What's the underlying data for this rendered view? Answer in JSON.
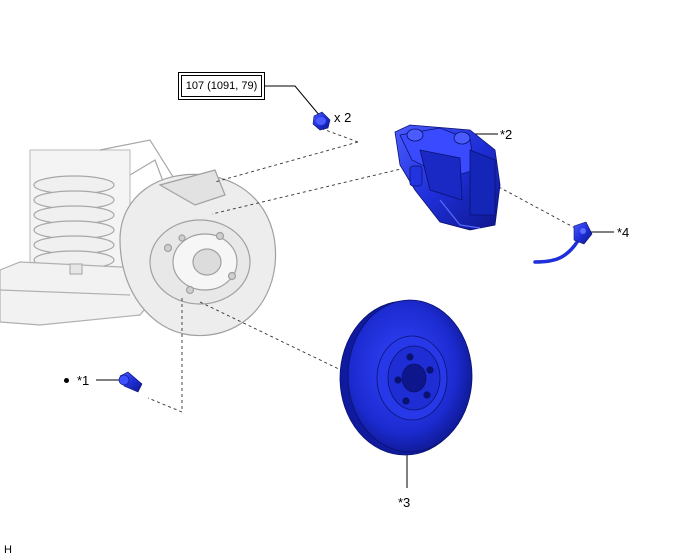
{
  "torque_spec": "107 (1091, 79)",
  "quantity": "x 2",
  "callouts": {
    "c1": "*1",
    "c2": "*2",
    "c3": "*3",
    "c4": "*4"
  },
  "figure_code": "H",
  "colors": {
    "part_blue": "#1f2fd9",
    "part_blue_dark": "#0f1a9e",
    "part_blue_light": "#5a6bff",
    "ghost_fill": "#f0f0f0",
    "ghost_line": "#b0b0b0"
  }
}
